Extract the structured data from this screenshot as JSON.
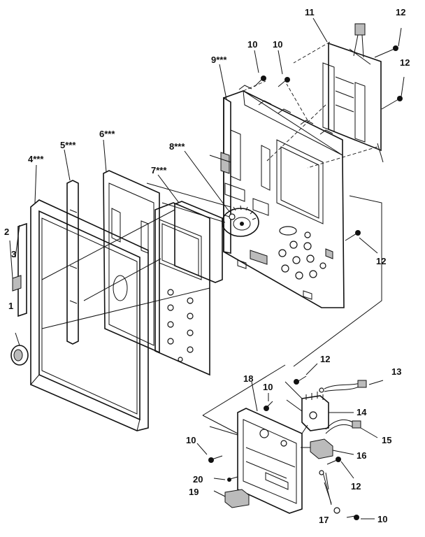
{
  "labels": {
    "l1": "1",
    "l2": "2",
    "l3": "3",
    "l4": "4***",
    "l5": "5***",
    "l6": "6***",
    "l7": "7***",
    "l8": "8***",
    "l9": "9***",
    "l10a": "10",
    "l10b": "10",
    "l10c": "10",
    "l10d": "10",
    "l10e": "10",
    "l11": "11",
    "l12a": "12",
    "l12b": "12",
    "l12c": "12",
    "l12d": "12",
    "l12e": "12",
    "l13": "13",
    "l14": "14",
    "l15": "15",
    "l16": "16",
    "l17": "17",
    "l18": "18",
    "l19": "19",
    "l20": "20"
  }
}
